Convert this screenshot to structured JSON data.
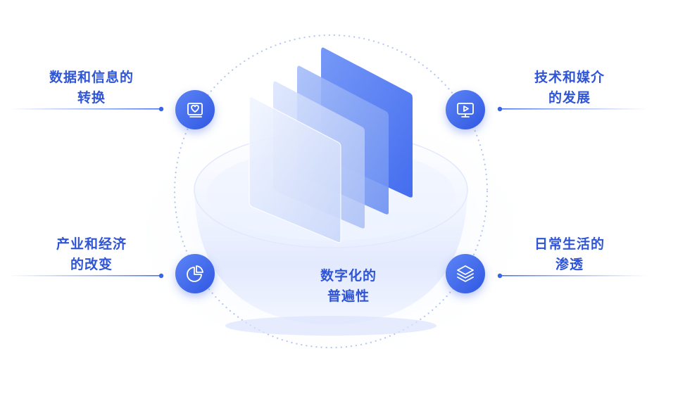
{
  "colors": {
    "accent": "#3a63e8",
    "text": "#2f55d6",
    "line": "#4a74ec",
    "dots": "#b4c6f2"
  },
  "center": {
    "lines": [
      "数字化的",
      "普遍性"
    ]
  },
  "nodes": [
    {
      "lines": [
        "数据和信息的",
        "转换"
      ],
      "icon": "heart-photo-icon"
    },
    {
      "lines": [
        "技术和媒介",
        "的发展"
      ],
      "icon": "monitor-play-icon"
    },
    {
      "lines": [
        "产业和经济",
        "的改变"
      ],
      "icon": "pie-chart-icon"
    },
    {
      "lines": [
        "日常生活的",
        "渗透"
      ],
      "icon": "layers-icon"
    }
  ]
}
